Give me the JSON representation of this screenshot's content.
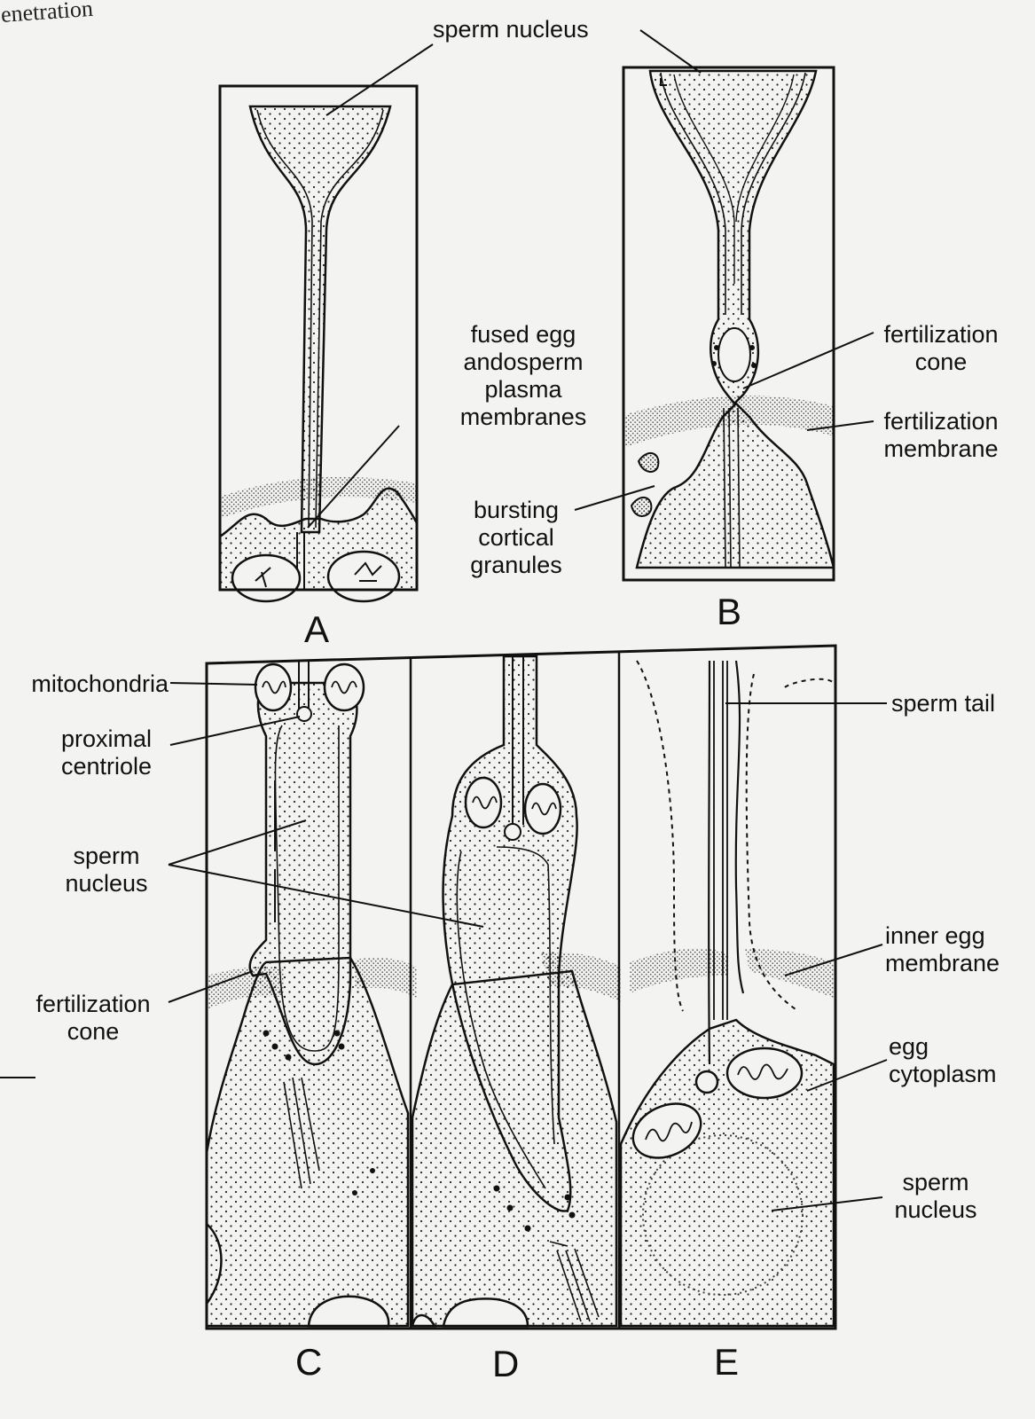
{
  "header_fragment": "enetration",
  "panels": [
    "A",
    "B",
    "C",
    "D",
    "E"
  ],
  "labels": {
    "sperm_nucleus_top": [
      "sperm nucleus"
    ],
    "fused_membranes": [
      "fused egg",
      "andosperm",
      "plasma",
      "membranes"
    ],
    "fertilization_cone_b": [
      "fertilization",
      "cone"
    ],
    "fertilization_membrane": [
      "fertilization",
      "membrane"
    ],
    "bursting_granules": [
      "bursting",
      "cortical",
      "granules"
    ],
    "mitochondria": [
      "mitochondria"
    ],
    "proximal_centriole": [
      "proximal",
      "centriole"
    ],
    "sperm_nucleus_c": [
      "sperm",
      "nucleus"
    ],
    "fertilization_cone_c": [
      "fertilization",
      "cone"
    ],
    "sperm_tail": [
      "sperm tail"
    ],
    "inner_egg_membrane": [
      "inner egg",
      "membrane"
    ],
    "egg_cytoplasm": [
      "egg",
      "cytoplasm"
    ],
    "sperm_nucleus_e": [
      "sperm",
      "nucleus"
    ]
  }
}
